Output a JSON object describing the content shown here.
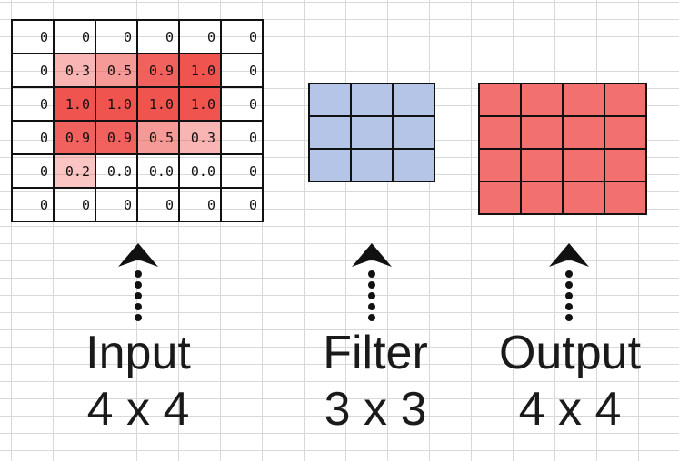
{
  "input": {
    "cells": [
      [
        "0",
        "0",
        "0",
        "0",
        "0",
        "0"
      ],
      [
        "0",
        "0.3",
        "0.5",
        "0.9",
        "1.0",
        "0"
      ],
      [
        "0",
        "1.0",
        "1.0",
        "1.0",
        "1.0",
        "0"
      ],
      [
        "0",
        "0.9",
        "0.9",
        "0.5",
        "0.3",
        "0"
      ],
      [
        "0",
        "0.2",
        "0.0",
        "0.0",
        "0.0",
        "0"
      ],
      [
        "0",
        "0",
        "0",
        "0",
        "0",
        "0"
      ]
    ],
    "heat": [
      [
        0,
        0,
        0,
        0,
        0,
        0
      ],
      [
        0,
        0.3,
        0.5,
        0.9,
        1.0,
        0
      ],
      [
        0,
        1.0,
        1.0,
        1.0,
        1.0,
        0
      ],
      [
        0,
        0.9,
        0.9,
        0.5,
        0.3,
        0
      ],
      [
        0,
        0.2,
        0,
        0,
        0,
        0
      ],
      [
        0,
        0,
        0,
        0,
        0,
        0
      ]
    ],
    "heat_color": "#f0544f",
    "title": "Input",
    "size": "4 x 4"
  },
  "filter": {
    "rows": 3,
    "cols": 3,
    "color": "#b4c5e8",
    "title": "Filter",
    "size": "3 x 3"
  },
  "output": {
    "rows": 4,
    "cols": 4,
    "color": "#f2716e",
    "title": "Output",
    "size": "4 x 4"
  },
  "arrow_icon": "up-arrow-dotted-icon"
}
